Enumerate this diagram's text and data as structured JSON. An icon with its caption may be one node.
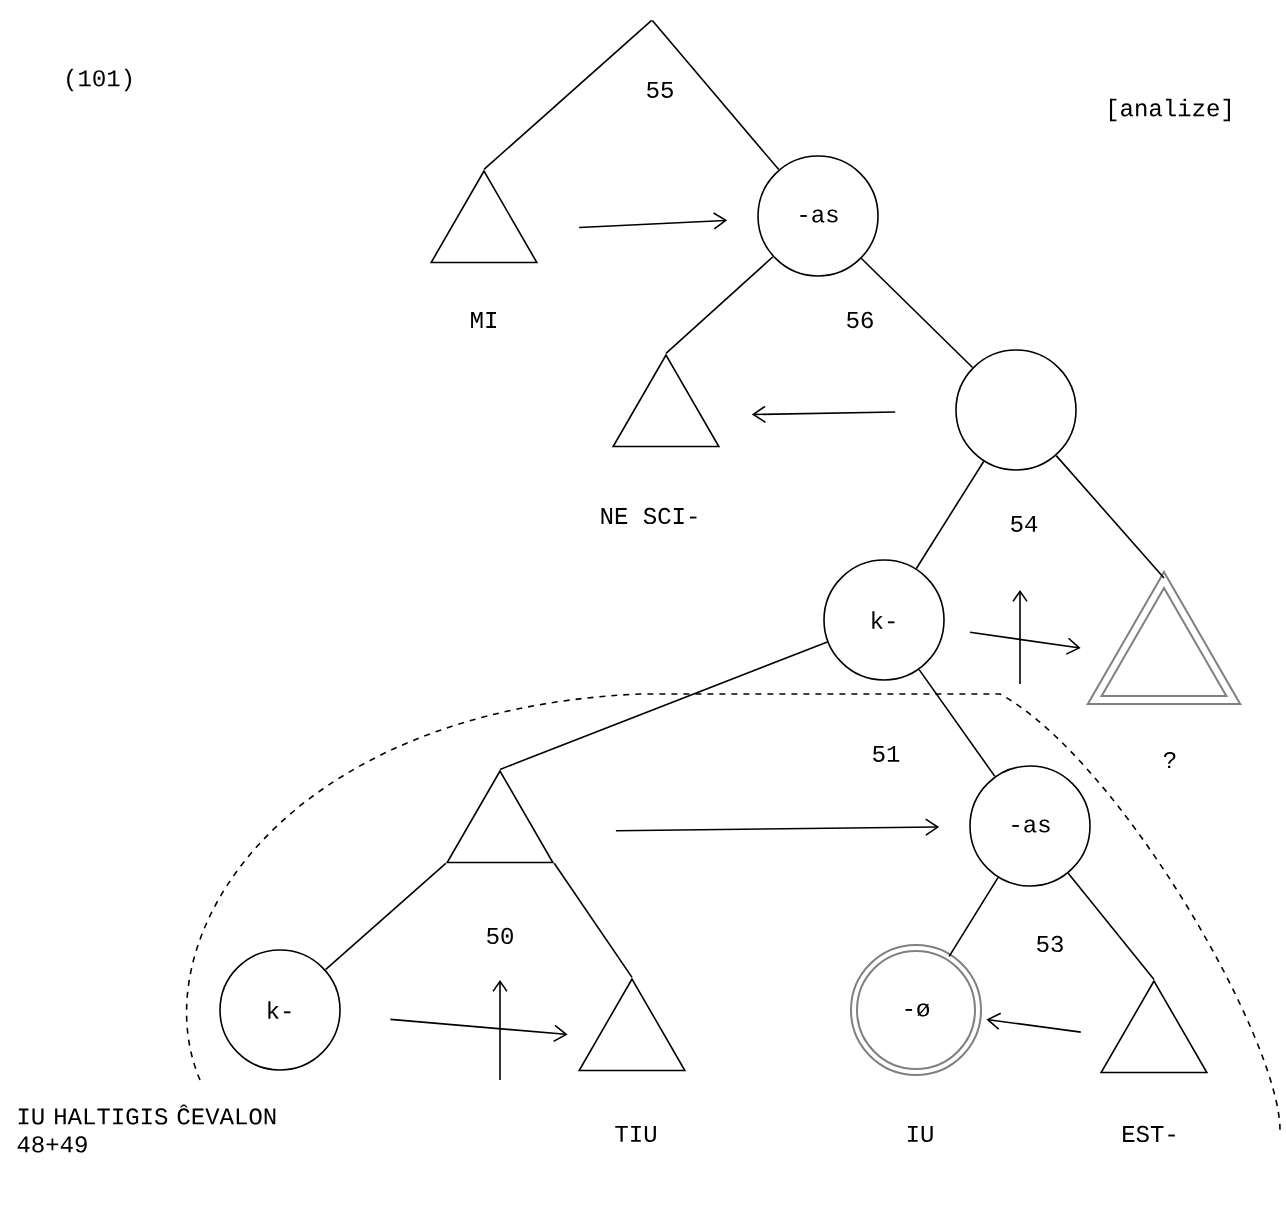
{
  "diagram": {
    "nodes": [
      {
        "text": [],
        "shape": "point",
        "beside": [
          "55"
        ]
      },
      {
        "text": [
          "MI"
        ]
      },
      {
        "text": [
          "-as"
        ],
        "beside": [
          "56"
        ]
      },
      {
        "text": [
          "NE SCI-"
        ]
      },
      {
        "text": [],
        "shape": "circle",
        "beside": [
          "54"
        ]
      },
      {
        "text": [
          "k-"
        ],
        "beside": [
          "51"
        ]
      },
      {
        "text": [
          "?"
        ]
      },
      {
        "text": [],
        "shape": "triangle",
        "beside": [
          "50"
        ]
      },
      {
        "text": [
          "-as"
        ],
        "beside": [
          "53"
        ]
      },
      {
        "text": [
          "k-",
          "IU HALTIGIS ĈEVALON 48+49"
        ]
      },
      {
        "text": [
          "TIU"
        ]
      },
      {
        "text": [
          "-ø",
          "IU"
        ]
      },
      {
        "text": [
          "EST-"
        ]
      }
    ],
    "edges": [
      {
        "from": 0,
        "to": 1,
        "arrow": "none"
      },
      {
        "from": 0,
        "to": 2,
        "arrow": "none"
      },
      {
        "from": 2,
        "to": 3,
        "arrow": "none"
      },
      {
        "from": 2,
        "to": 4,
        "arrow": "none"
      },
      {
        "from": 4,
        "to": 5,
        "arrow": "none"
      },
      {
        "from": 4,
        "to": 6,
        "arrow": "none"
      },
      {
        "from": 5,
        "to": 7,
        "arrow": "none"
      },
      {
        "from": 5,
        "to": 8,
        "arrow": "none"
      },
      {
        "from": 7,
        "to": 9,
        "arrow": "none"
      },
      {
        "from": 7,
        "to": 10,
        "arrow": "none"
      },
      {
        "from": 8,
        "to": 11,
        "arrow": "none"
      },
      {
        "from": 8,
        "to": 12,
        "arrow": "none"
      },
      {
        "from": 1,
        "to": 2,
        "arrow": "to"
      },
      {
        "from": 4,
        "to": 3,
        "arrow": "to"
      },
      {
        "from": 5,
        "to": 6,
        "arrow": "to"
      },
      {
        "from": 7,
        "to": 8,
        "arrow": "to"
      },
      {
        "from": 9,
        "to": 10,
        "arrow": "to"
      },
      {
        "from": 12,
        "to": 11,
        "arrow": "to"
      }
    ],
    "labels": [
      "(101)",
      "[analize]"
    ]
  }
}
